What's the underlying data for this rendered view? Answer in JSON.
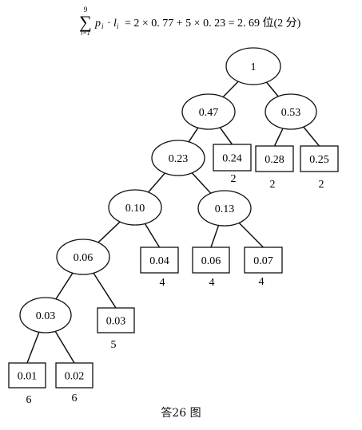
{
  "formula": {
    "sum_upper": "9",
    "sum_lower": "i=1",
    "sigma": "∑",
    "term": "p",
    "term_sub": "i",
    "dot": "·",
    "term2": "l",
    "term2_sub": "i",
    "rhs": "= 2 × 0. 77 + 5 × 0. 23 = 2. 69 位(2 分)"
  },
  "tree": {
    "nodes": [
      {
        "id": "n1",
        "label": "1",
        "shape": "ellipse"
      },
      {
        "id": "n047",
        "label": "0.47",
        "shape": "ellipse"
      },
      {
        "id": "n053",
        "label": "0.53",
        "shape": "ellipse"
      },
      {
        "id": "n023",
        "label": "0.23",
        "shape": "ellipse"
      },
      {
        "id": "n024",
        "label": "0.24",
        "shape": "rect",
        "code_length": "2"
      },
      {
        "id": "n028",
        "label": "0.28",
        "shape": "rect",
        "code_length": "2"
      },
      {
        "id": "n025",
        "label": "0.25",
        "shape": "rect",
        "code_length": "2"
      },
      {
        "id": "n010",
        "label": "0.10",
        "shape": "ellipse"
      },
      {
        "id": "n013",
        "label": "0.13",
        "shape": "ellipse"
      },
      {
        "id": "n006a",
        "label": "0.06",
        "shape": "ellipse"
      },
      {
        "id": "n004",
        "label": "0.04",
        "shape": "rect",
        "code_length": "4"
      },
      {
        "id": "n006b",
        "label": "0.06",
        "shape": "rect",
        "code_length": "4"
      },
      {
        "id": "n007",
        "label": "0.07",
        "shape": "rect",
        "code_length": "4"
      },
      {
        "id": "n003a",
        "label": "0.03",
        "shape": "ellipse"
      },
      {
        "id": "n003b",
        "label": "0.03",
        "shape": "rect",
        "code_length": "5"
      },
      {
        "id": "n001",
        "label": "0.01",
        "shape": "rect",
        "code_length": "6"
      },
      {
        "id": "n002",
        "label": "0.02",
        "shape": "rect",
        "code_length": "6"
      }
    ],
    "edges": [
      [
        "n1",
        "n047"
      ],
      [
        "n1",
        "n053"
      ],
      [
        "n047",
        "n023"
      ],
      [
        "n047",
        "n024"
      ],
      [
        "n053",
        "n028"
      ],
      [
        "n053",
        "n025"
      ],
      [
        "n023",
        "n010"
      ],
      [
        "n023",
        "n013"
      ],
      [
        "n010",
        "n006a"
      ],
      [
        "n010",
        "n004"
      ],
      [
        "n013",
        "n006b"
      ],
      [
        "n013",
        "n007"
      ],
      [
        "n006a",
        "n003a"
      ],
      [
        "n006a",
        "n003b"
      ],
      [
        "n003a",
        "n001"
      ],
      [
        "n003a",
        "n002"
      ]
    ]
  },
  "caption": "答26 图"
}
